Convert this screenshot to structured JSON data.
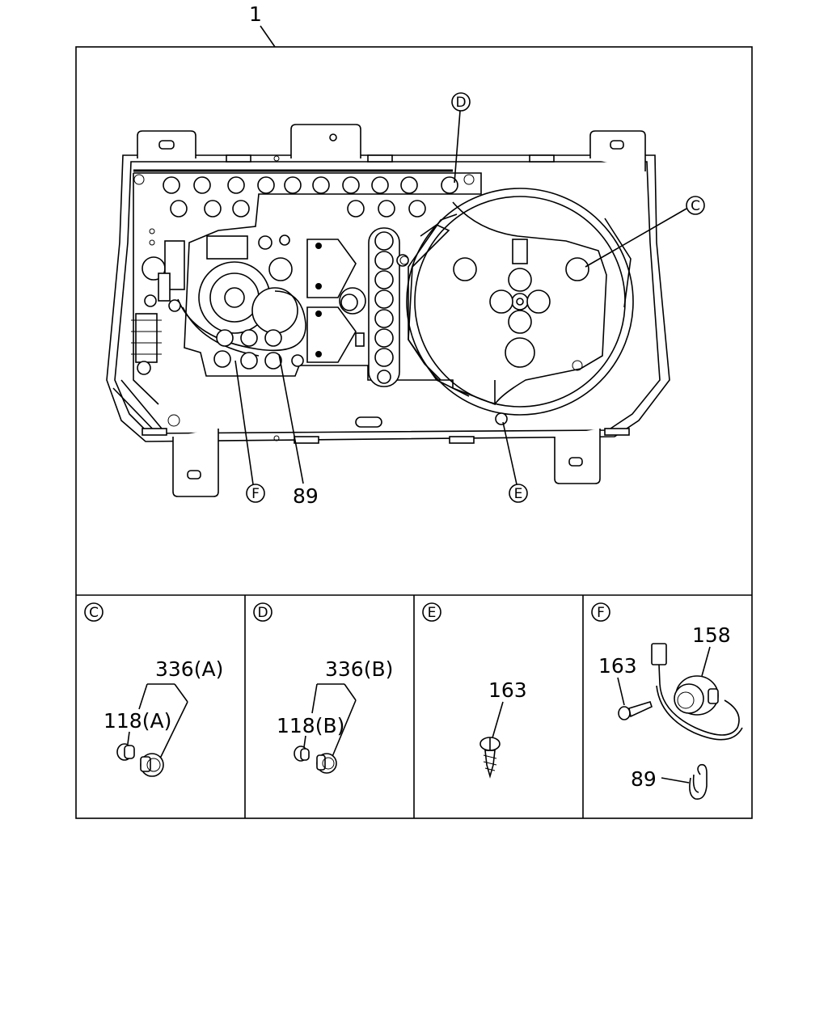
{
  "main_callout": "1",
  "callouts": {
    "D": "D",
    "C": "C",
    "E": "E",
    "F": "F",
    "p89": "89"
  },
  "panels": [
    {
      "id": "C",
      "letter": "C",
      "labels": [
        "336(A)",
        "118(A)"
      ]
    },
    {
      "id": "D",
      "letter": "D",
      "labels": [
        "336(B)",
        "118(B)"
      ]
    },
    {
      "id": "E",
      "letter": "E",
      "labels": [
        "163"
      ]
    },
    {
      "id": "F",
      "letter": "F",
      "labels": [
        "158",
        "163",
        "89"
      ]
    }
  ]
}
